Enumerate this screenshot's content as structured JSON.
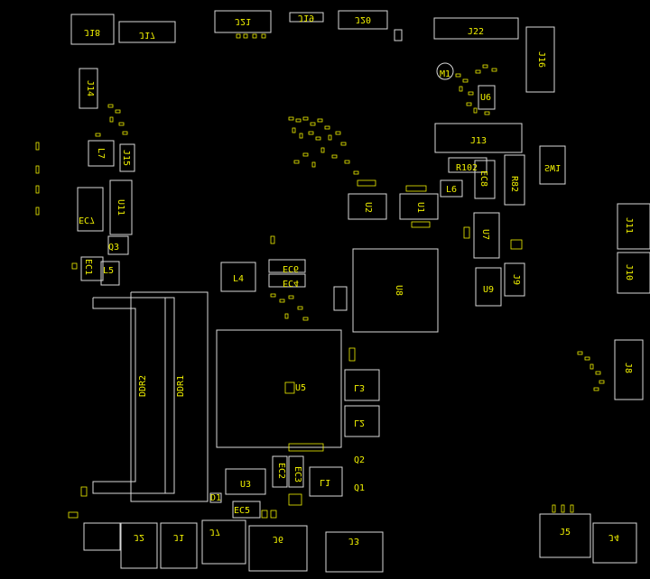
{
  "diagram": {
    "components": [
      {
        "id": "J18",
        "text": "J18",
        "flipped": true
      },
      {
        "id": "J17",
        "text": "J17",
        "flipped": true
      },
      {
        "id": "J21",
        "text": "J21",
        "flipped": true
      },
      {
        "id": "J19",
        "text": "J19",
        "flipped": true
      },
      {
        "id": "J20",
        "text": "J20",
        "flipped": true
      },
      {
        "id": "J22",
        "text": "J22",
        "flipped": false
      },
      {
        "id": "J16",
        "text": "J16",
        "flipped": false
      },
      {
        "id": "M1",
        "text": "M1",
        "flipped": false
      },
      {
        "id": "J13",
        "text": "J13",
        "flipped": false
      },
      {
        "id": "R102",
        "text": "R102",
        "flipped": false
      },
      {
        "id": "SW1",
        "text": "SW1",
        "flipped": true
      },
      {
        "id": "R82",
        "text": "R82",
        "flipped": false
      },
      {
        "id": "J11",
        "text": "J11",
        "flipped": false
      },
      {
        "id": "J10",
        "text": "J10",
        "flipped": false
      },
      {
        "id": "U8",
        "text": "U8",
        "flipped": false
      },
      {
        "id": "U9",
        "text": "U9",
        "flipped": false
      },
      {
        "id": "J8",
        "text": "J8",
        "flipped": false
      },
      {
        "id": "U5",
        "text": "U5",
        "flipped": false
      },
      {
        "id": "L3",
        "text": "L3",
        "flipped": true
      },
      {
        "id": "L2",
        "text": "L2",
        "flipped": true
      },
      {
        "id": "L1",
        "text": "L1",
        "flipped": true
      },
      {
        "id": "Q1",
        "text": "Q1",
        "flipped": false
      },
      {
        "id": "Q2",
        "text": "Q2",
        "flipped": false
      },
      {
        "id": "EC2",
        "text": "EC2",
        "flipped": false
      },
      {
        "id": "EC3",
        "text": "EC3",
        "flipped": false
      },
      {
        "id": "U3",
        "text": "U3",
        "flipped": false
      },
      {
        "id": "EC5",
        "text": "EC5",
        "flipped": false
      },
      {
        "id": "L4",
        "text": "L4",
        "flipped": false
      },
      {
        "id": "EC6",
        "text": "EC6",
        "flipped": true
      },
      {
        "id": "EC4",
        "text": "EC4",
        "flipped": true
      },
      {
        "id": "DDR1",
        "text": "DDR1",
        "flipped": false
      },
      {
        "id": "DDR2",
        "text": "DDR2",
        "flipped": false
      },
      {
        "id": "U11",
        "text": "U11",
        "flipped": false
      },
      {
        "id": "EC7",
        "text": "EC7",
        "flipped": true
      },
      {
        "id": "L7",
        "text": "L7",
        "flipped": false
      },
      {
        "id": "L5",
        "text": "L5",
        "flipped": false
      },
      {
        "id": "J2",
        "text": "J2",
        "flipped": true
      },
      {
        "id": "J1",
        "text": "J1",
        "flipped": true
      },
      {
        "id": "J7",
        "text": "J7",
        "flipped": true
      },
      {
        "id": "J6",
        "text": "J6",
        "flipped": true
      },
      {
        "id": "J3",
        "text": "J3",
        "flipped": true
      },
      {
        "id": "J5",
        "text": "J5",
        "flipped": false
      },
      {
        "id": "J4",
        "text": "J4",
        "flipped": true
      },
      {
        "id": "U1",
        "text": "U1",
        "flipped": false
      },
      {
        "id": "U2",
        "text": "U2",
        "flipped": false
      },
      {
        "id": "U7",
        "text": "U7",
        "flipped": false
      },
      {
        "id": "L6",
        "text": "L6",
        "flipped": false
      },
      {
        "id": "J14",
        "text": "J14",
        "flipped": false
      },
      {
        "id": "EC1",
        "text": "EC1",
        "flipped": false
      },
      {
        "id": "J15",
        "text": "J15",
        "flipped": false
      },
      {
        "id": "Q3",
        "text": "Q3",
        "flipped": false
      },
      {
        "id": "U6",
        "text": "U6",
        "flipped": false
      },
      {
        "id": "J9",
        "text": "J9",
        "flipped": false
      },
      {
        "id": "EC8",
        "text": "EC8",
        "flipped": false
      },
      {
        "id": "D1",
        "text": "D1",
        "flipped": false
      }
    ]
  }
}
